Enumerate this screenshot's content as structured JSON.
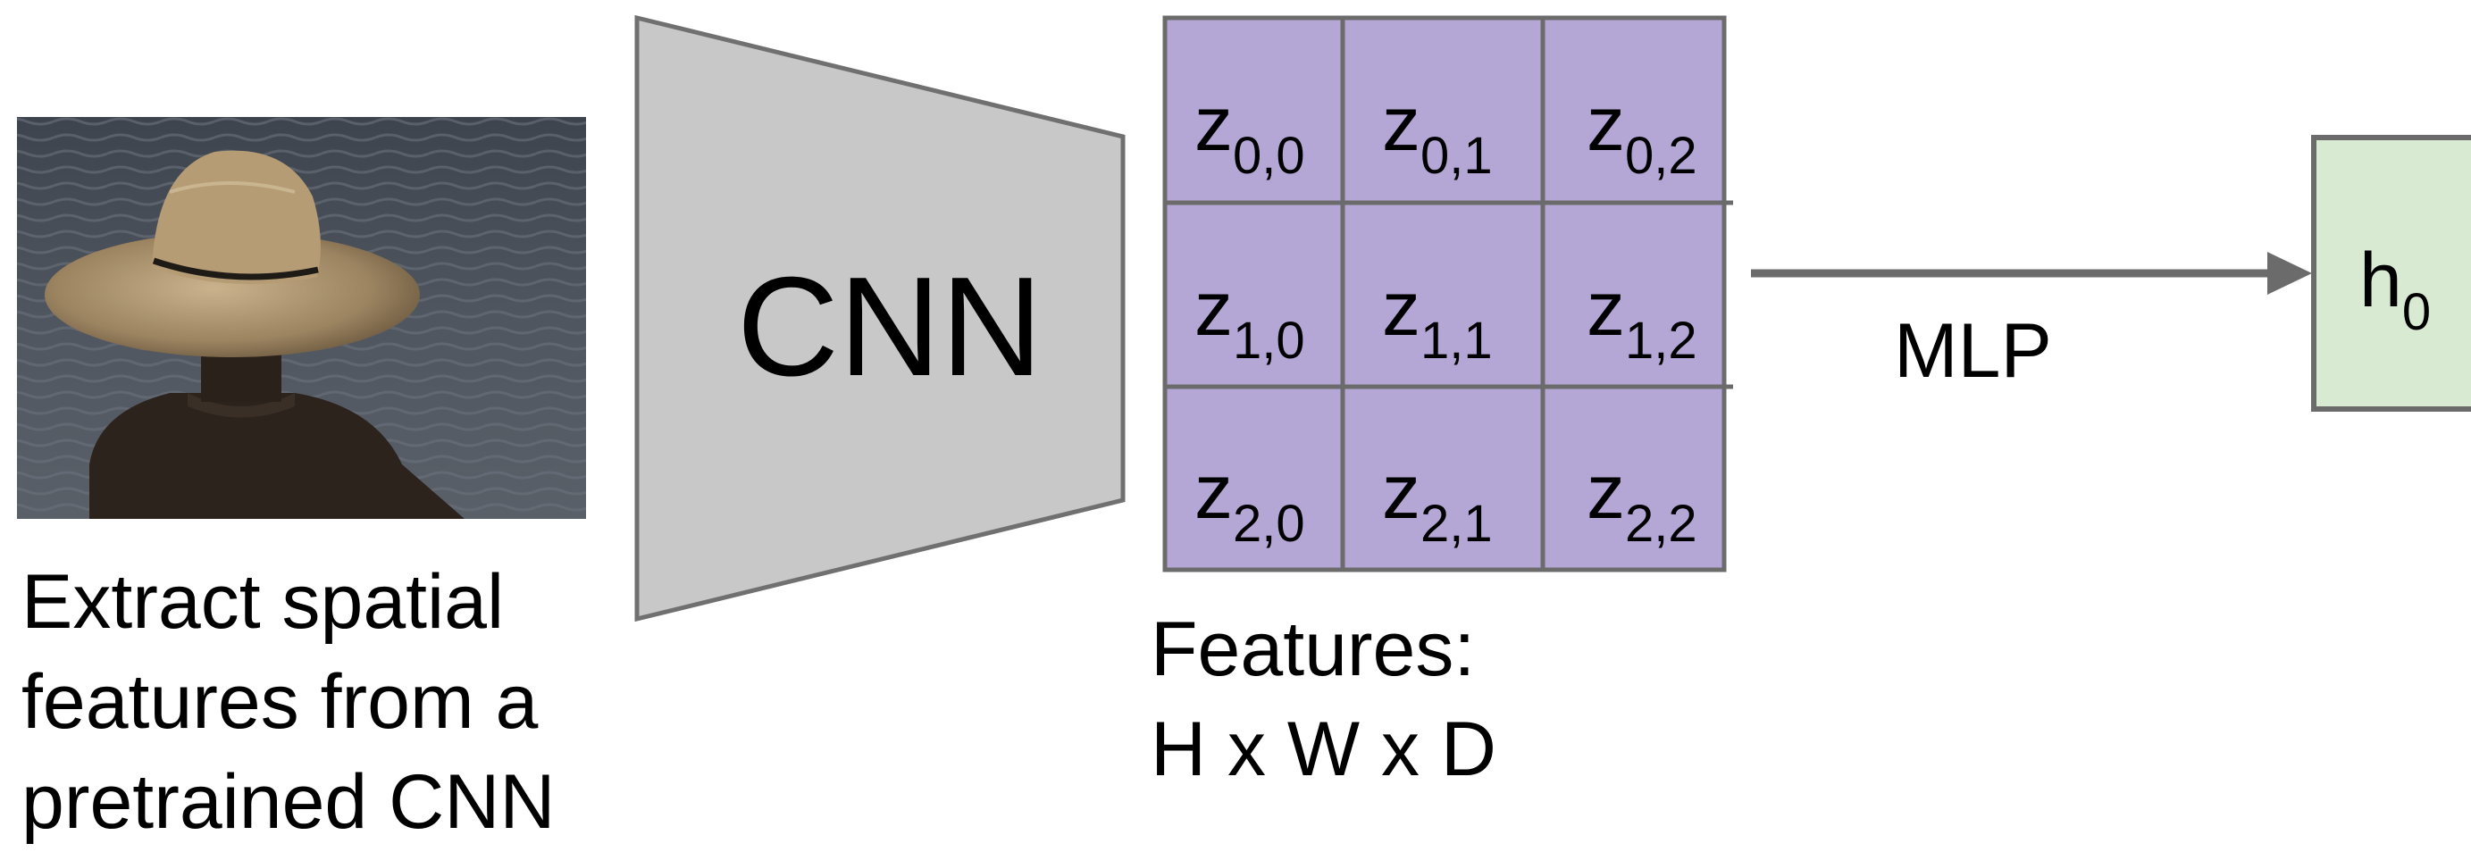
{
  "photo": {
    "description_icon": "person-with-straw-hat-photo"
  },
  "cnn": {
    "label": "CNN",
    "fill": "#c8c8c8",
    "stroke": "#707070"
  },
  "grid": {
    "fill": "#b4a7d6",
    "stroke": "#6b6b6b",
    "cells": [
      [
        {
          "base": "z",
          "sub": "0,0"
        },
        {
          "base": "z",
          "sub": "0,1"
        },
        {
          "base": "z",
          "sub": "0,2"
        }
      ],
      [
        {
          "base": "z",
          "sub": "1,0"
        },
        {
          "base": "z",
          "sub": "1,1"
        },
        {
          "base": "z",
          "sub": "1,2"
        }
      ],
      [
        {
          "base": "z",
          "sub": "2,0"
        },
        {
          "base": "z",
          "sub": "2,1"
        },
        {
          "base": "z",
          "sub": "2,2"
        }
      ]
    ]
  },
  "arrow": {
    "label": "MLP",
    "color": "#6b6b6b"
  },
  "hidden": {
    "base": "h",
    "sub": "0",
    "fill": "#d9ead3",
    "stroke": "#6b6b6b"
  },
  "captions": {
    "left": [
      "Extract spatial",
      "features from a",
      "pretrained CNN"
    ],
    "features": [
      "Features:",
      "H x W x D"
    ]
  }
}
